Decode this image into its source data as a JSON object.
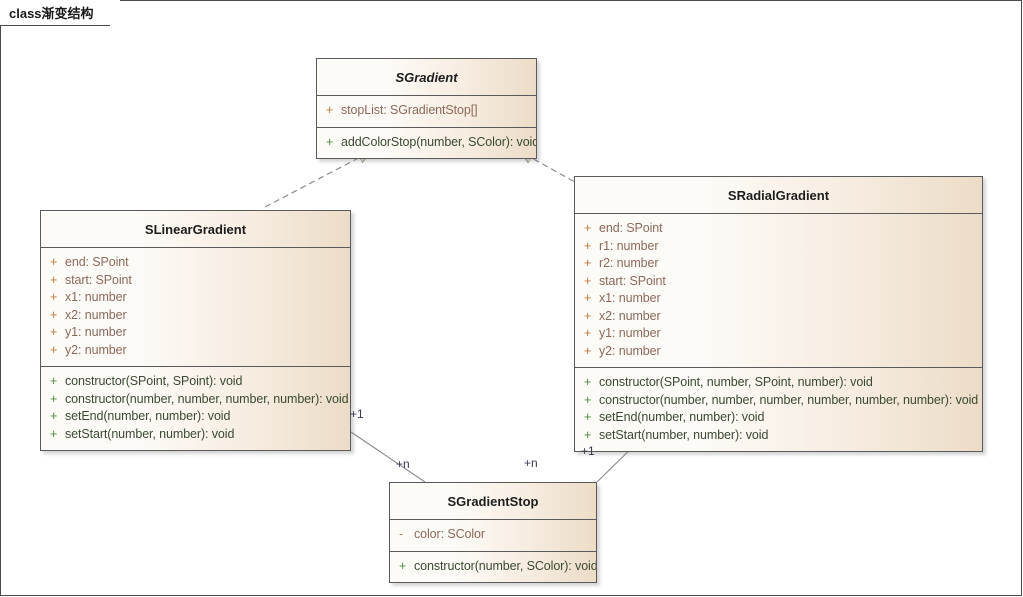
{
  "diagram": {
    "title": "class渐变结构",
    "kind": "uml-class-diagram"
  },
  "colors": {
    "header_gradient_light": "#fdfbf8",
    "header_gradient_tan": "#ecdcc7",
    "border": "#5a5a5a",
    "attribute_text": "#8c6a5b",
    "attribute_visibility": "#c07a3c",
    "method_text": "#3b4a33",
    "method_visibility": "#4e8a3c",
    "connector": "#8a8a8a",
    "multiplicity_text": "#3b3b4f",
    "canvas": "#ffffff"
  },
  "classes": {
    "sgradient": {
      "name": "SGradient",
      "abstract": true,
      "attributes": [
        {
          "visibility": "+",
          "text": "stopList: SGradientStop[]"
        }
      ],
      "methods": [
        {
          "visibility": "+",
          "text": "addColorStop(number, SColor): void"
        }
      ]
    },
    "slineargradient": {
      "name": "SLinearGradient",
      "abstract": false,
      "attributes": [
        {
          "visibility": "+",
          "text": "end: SPoint"
        },
        {
          "visibility": "+",
          "text": "start: SPoint"
        },
        {
          "visibility": "+",
          "text": "x1: number"
        },
        {
          "visibility": "+",
          "text": "x2: number"
        },
        {
          "visibility": "+",
          "text": "y1: number"
        },
        {
          "visibility": "+",
          "text": "y2: number"
        }
      ],
      "methods": [
        {
          "visibility": "+",
          "text": "constructor(SPoint, SPoint): void"
        },
        {
          "visibility": "+",
          "text": "constructor(number, number, number, number): void"
        },
        {
          "visibility": "+",
          "text": "setEnd(number, number): void"
        },
        {
          "visibility": "+",
          "text": "setStart(number, number): void"
        }
      ]
    },
    "sradialgradient": {
      "name": "SRadialGradient",
      "abstract": false,
      "attributes": [
        {
          "visibility": "+",
          "text": "end: SPoint"
        },
        {
          "visibility": "+",
          "text": "r1: number"
        },
        {
          "visibility": "+",
          "text": "r2: number"
        },
        {
          "visibility": "+",
          "text": "start: SPoint"
        },
        {
          "visibility": "+",
          "text": "x1: number"
        },
        {
          "visibility": "+",
          "text": "x2: number"
        },
        {
          "visibility": "+",
          "text": "y1: number"
        },
        {
          "visibility": "+",
          "text": "y2: number"
        }
      ],
      "methods": [
        {
          "visibility": "+",
          "text": "constructor(SPoint, number, SPoint, number): void"
        },
        {
          "visibility": "+",
          "text": "constructor(number, number, number, number, number, number): void"
        },
        {
          "visibility": "+",
          "text": "setEnd(number, number): void"
        },
        {
          "visibility": "+",
          "text": "setStart(number, number): void"
        }
      ]
    },
    "sgradientstop": {
      "name": "SGradientStop",
      "abstract": false,
      "attributes": [
        {
          "visibility": "-",
          "text": "color: SColor"
        }
      ],
      "methods": [
        {
          "visibility": "+",
          "text": "constructor(number, SColor): void"
        }
      ]
    }
  },
  "relations": {
    "realization_linear": {
      "type": "realization",
      "from": "SLinearGradient",
      "to": "SGradient",
      "style": "dashed-hollow-triangle"
    },
    "realization_radial": {
      "type": "realization",
      "from": "SRadialGradient",
      "to": "SGradient",
      "style": "dashed-hollow-triangle"
    },
    "assoc_linear_stop": {
      "type": "association",
      "from": "SLinearGradient",
      "to": "SGradientStop",
      "from_multiplicity": "+1",
      "to_multiplicity": "+n"
    },
    "assoc_radial_stop": {
      "type": "association",
      "from": "SRadialGradient",
      "to": "SGradientStop",
      "from_multiplicity": "+1",
      "to_multiplicity": "+n"
    }
  },
  "multiplicities": {
    "linear_end": "+1",
    "linear_stop_end": "+n",
    "radial_stop_end": "+n",
    "radial_end": "+1"
  }
}
